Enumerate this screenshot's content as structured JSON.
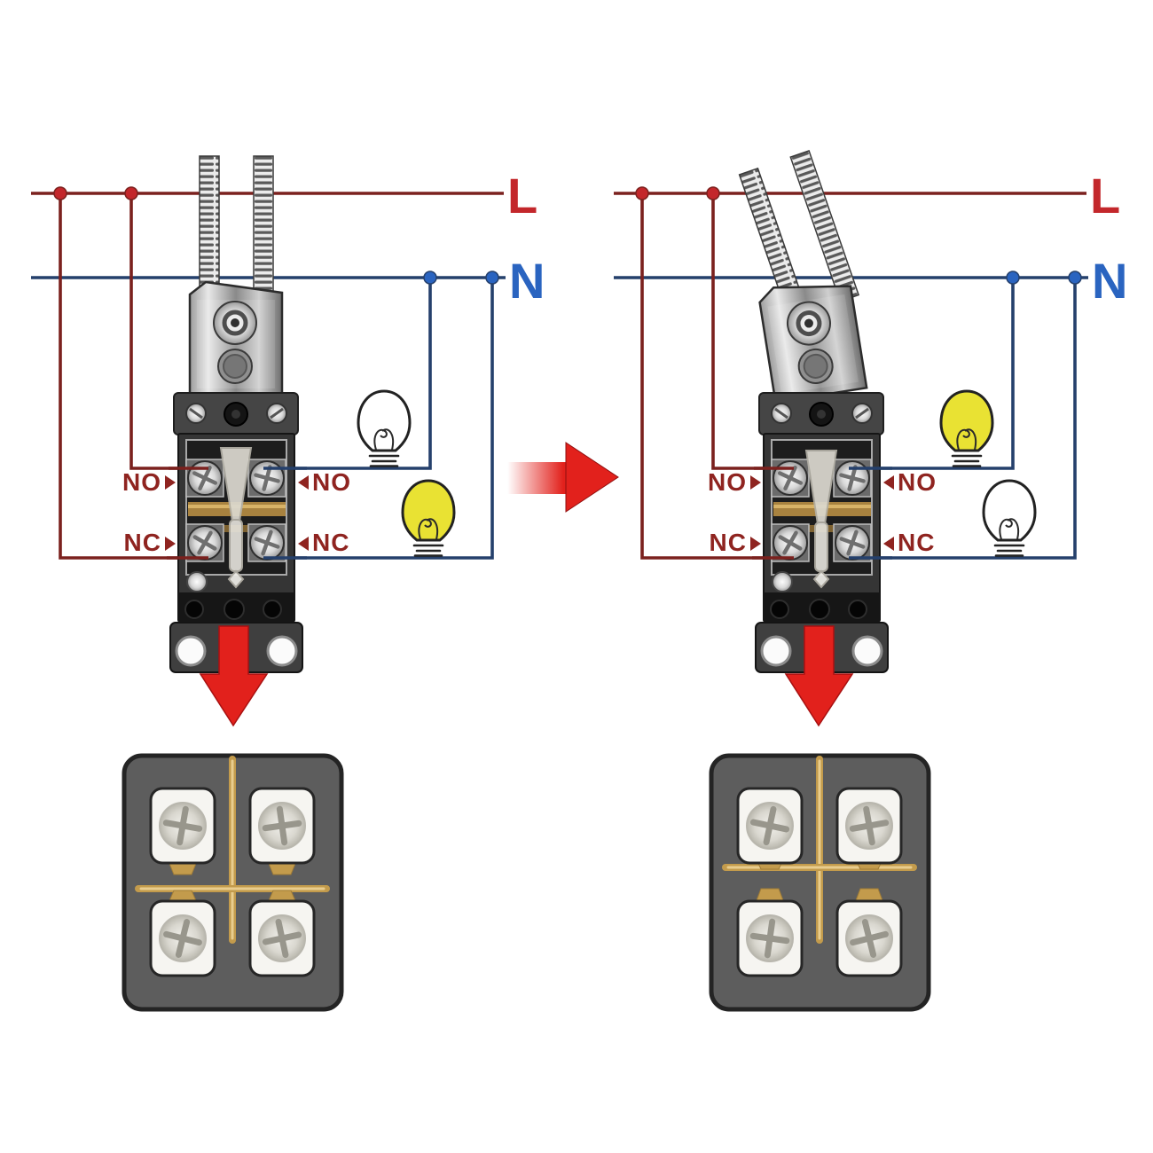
{
  "labels": {
    "live": "L",
    "neutral": "N",
    "normally_open": "NO",
    "normally_closed": "NC"
  },
  "colors": {
    "live-wire": "#7b211e",
    "live-accent": "#c3272b",
    "neutral-wire": "#25406c",
    "neutral-accent": "#2a64c0",
    "terminal-label": "#8f2420",
    "bulb-on": "#e9e233",
    "bulb-off": "#ffffff",
    "arrow-red": "#e2211c",
    "gold": "#c39b4c",
    "gold-dark": "#a07c36",
    "gold-light": "#e9cd8e",
    "block-gray": "#5d5d5d"
  },
  "diagrams": [
    {
      "name": "lever-released",
      "lever": "upright",
      "no_circuit_bulb": "off",
      "nc_circuit_bulb": "lit",
      "bridged_terminals": "NC bottom pair bridged"
    },
    {
      "name": "lever-pressed",
      "lever": "tilted",
      "no_circuit_bulb": "lit",
      "nc_circuit_bulb": "off",
      "bridged_terminals": "NO top pair bridged"
    }
  ]
}
